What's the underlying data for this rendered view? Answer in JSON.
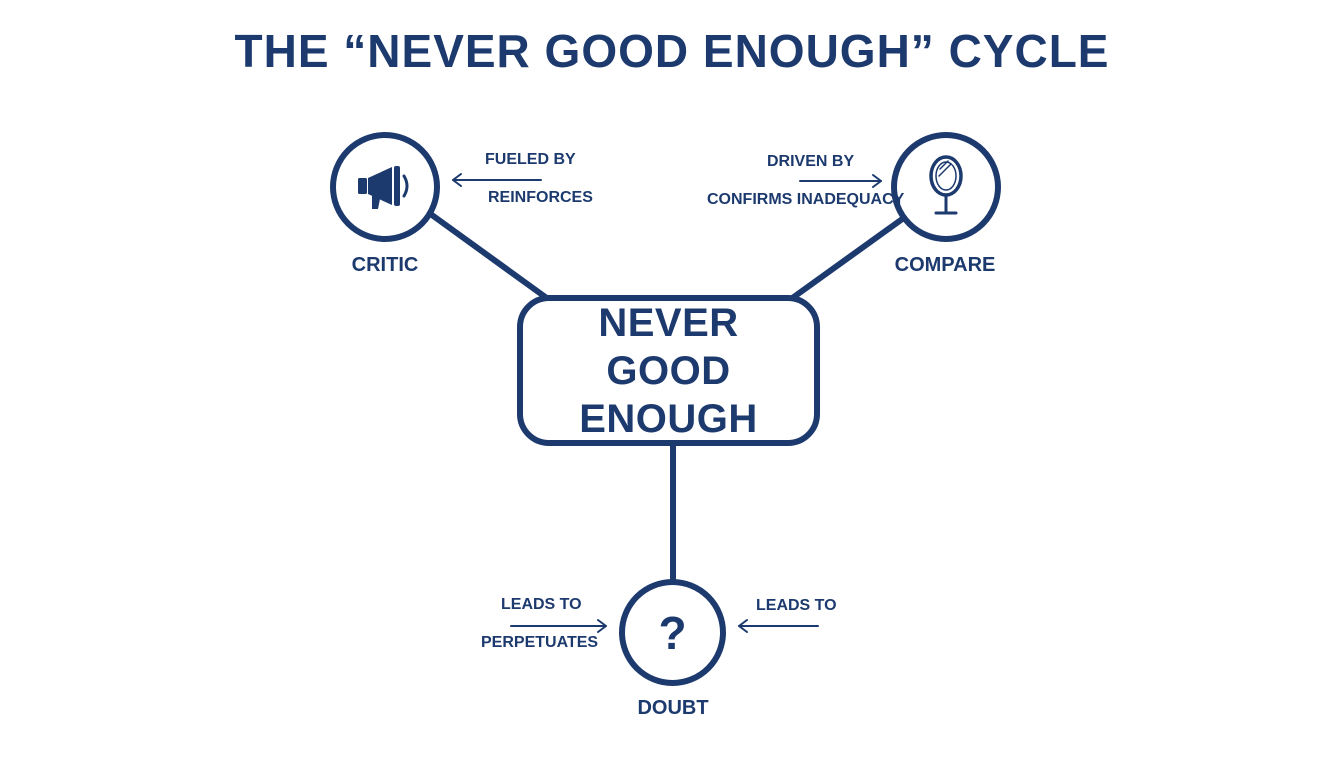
{
  "title": "THE “NEVER GOOD ENOUGH” CYCLE",
  "center": {
    "label": "NEVER GOOD ENOUGH"
  },
  "nodes": {
    "critic": {
      "label": "CRITIC",
      "icon": "megaphone-icon"
    },
    "compare": {
      "label": "COMPARE",
      "icon": "mirror-icon"
    },
    "doubt": {
      "label": "DOUBT",
      "symbol": "?",
      "icon": "question-mark-icon"
    }
  },
  "relations": {
    "critic_top": "FUELED BY",
    "critic_bottom": "REINFORCES",
    "compare_top": "DRIVEN BY",
    "compare_bottom": "CONFIRMS INADEQUACY",
    "doubt_left_top": "LEADS TO",
    "doubt_left_bottom": "PERPETUATES",
    "doubt_right": "LEADS TO"
  },
  "colors": {
    "primary": "#1d3a6e",
    "background": "#ffffff"
  }
}
